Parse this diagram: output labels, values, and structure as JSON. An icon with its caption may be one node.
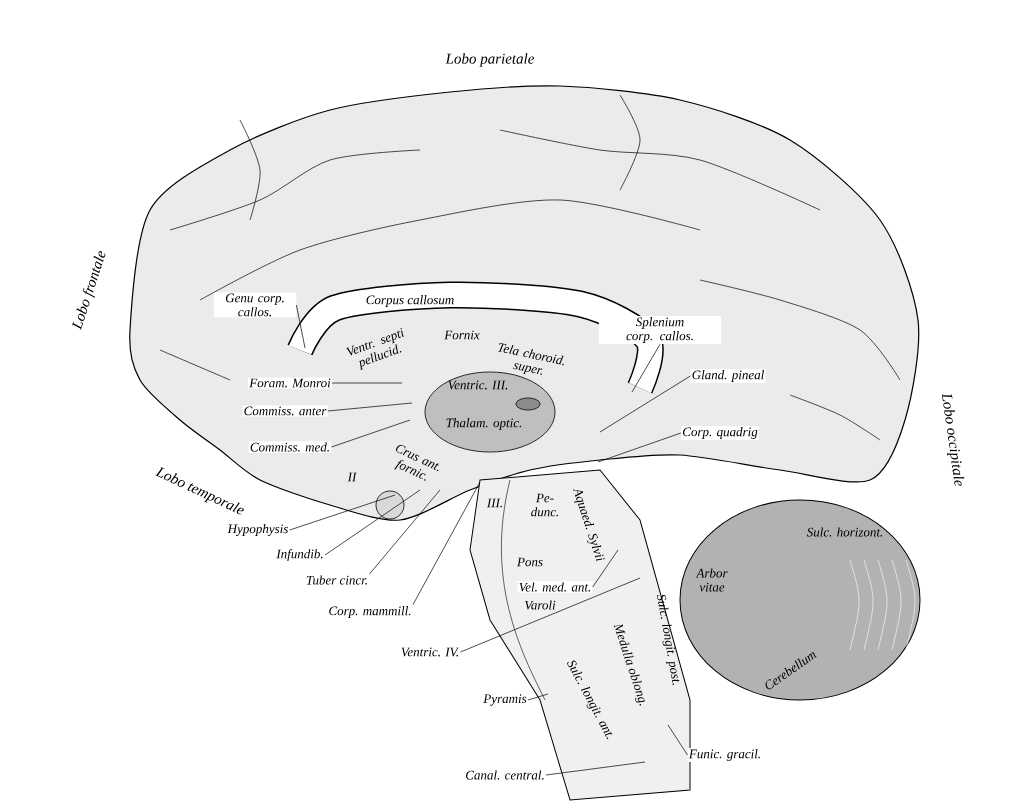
{
  "diagram": {
    "nodes": [
      {
        "text": [
          "Genu corp. callos."
        ]
      },
      {
        "text": [
          "Splenium corp. callos."
        ]
      },
      {
        "text": [
          "Foram. Monroi"
        ]
      },
      {
        "text": [
          "Gland. pineal"
        ]
      },
      {
        "text": [
          "Commiss. anter"
        ]
      },
      {
        "text": [
          "Corp. quadrig"
        ]
      },
      {
        "text": [
          "Commiss. med."
        ]
      },
      {
        "text": [
          "Hypophysis"
        ]
      },
      {
        "text": [
          "Infundib."
        ]
      },
      {
        "text": [
          "Tuber cincr."
        ]
      },
      {
        "text": [
          "Vel. med. ant."
        ]
      },
      {
        "text": [
          "Corp. mammill."
        ]
      },
      {
        "text": [
          "Ventric. IV."
        ]
      },
      {
        "text": [
          "Pyramis"
        ]
      },
      {
        "text": [
          "Canal. central."
        ]
      },
      {
        "text": [
          "Funic. gracil."
        ]
      }
    ],
    "edges": [
      {
        "from": 0,
        "to": null,
        "arrow": "none"
      },
      {
        "from": 1,
        "to": null,
        "arrow": "none"
      },
      {
        "from": 2,
        "to": null,
        "arrow": "none"
      },
      {
        "from": 3,
        "to": null,
        "arrow": "none"
      },
      {
        "from": 4,
        "to": null,
        "arrow": "none"
      },
      {
        "from": 5,
        "to": null,
        "arrow": "none"
      },
      {
        "from": 6,
        "to": null,
        "arrow": "none"
      },
      {
        "from": 7,
        "to": null,
        "arrow": "none"
      },
      {
        "from": 8,
        "to": null,
        "arrow": "none"
      },
      {
        "from": 9,
        "to": null,
        "arrow": "none"
      },
      {
        "from": 10,
        "to": null,
        "arrow": "none"
      },
      {
        "from": 11,
        "to": null,
        "arrow": "none"
      },
      {
        "from": 12,
        "to": null,
        "arrow": "none"
      },
      {
        "from": 13,
        "to": null,
        "arrow": "none"
      },
      {
        "from": 14,
        "to": null,
        "arrow": "none"
      },
      {
        "from": 15,
        "to": null,
        "arrow": "none"
      }
    ],
    "labels": [
      "Lobo parietale",
      "Lobo frontale",
      "Corpus callosum",
      "Ventr. septi pellucid.",
      "Fornix",
      "Tela choroid. super.",
      "Lobo occipitale",
      "Ventric. III.",
      "Thalam. optic.",
      "Crus ant. fornic.",
      "II",
      "Lobo temporale",
      "III.",
      "Pe- dunc.",
      "Aquaed. Sylvii",
      "Sulc. horizont.",
      "Pons",
      "Arbor vitae",
      "Varoli",
      "Sulc. longit. post.",
      "Medulla oblong.",
      "Cerebellum",
      "Sulc. longit. ant."
    ]
  }
}
